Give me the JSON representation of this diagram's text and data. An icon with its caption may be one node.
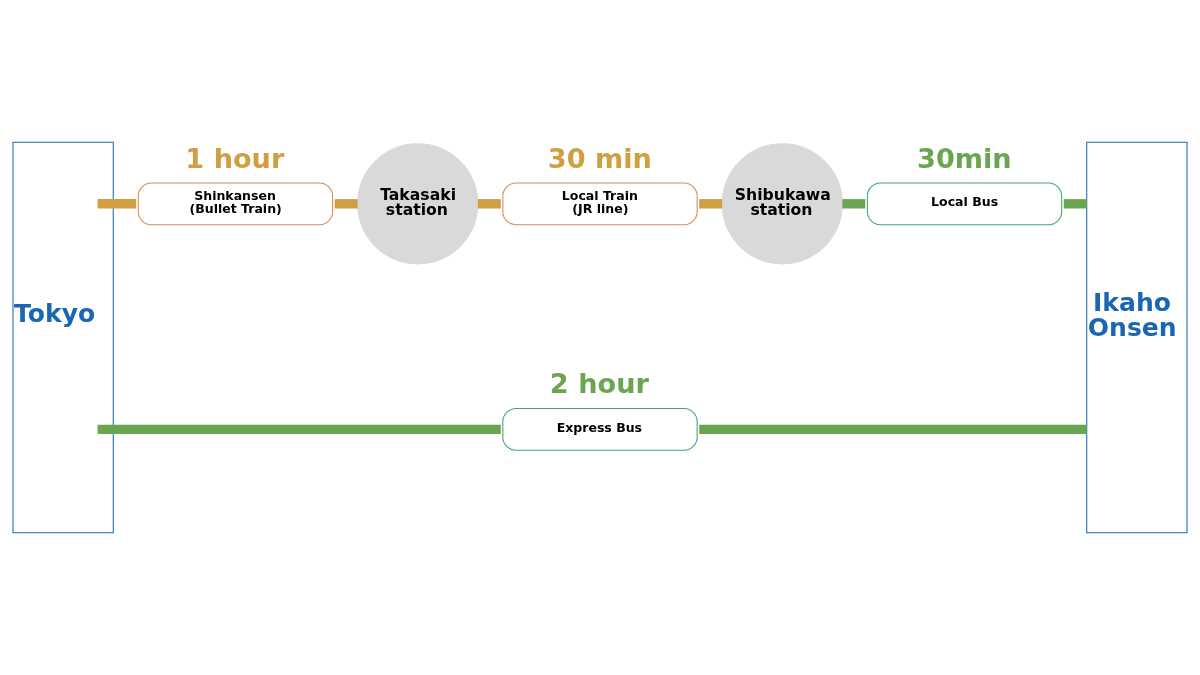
{
  "diagram": {
    "nodes": [
      {
        "text": [
          "Tokyo"
        ]
      },
      {
        "text": [
          "Shinkansen (Bullet Train)"
        ],
        "beside": [
          "1 hour"
        ]
      },
      {
        "text": [
          "Takasaki station"
        ]
      },
      {
        "text": [
          "Local Train (JR line)"
        ],
        "beside": [
          "30 min"
        ]
      },
      {
        "text": [
          "Shibukawa station"
        ]
      },
      {
        "text": [
          "Local Bus"
        ],
        "beside": [
          "30min"
        ]
      },
      {
        "text": [
          "Ikaho Onsen"
        ]
      },
      {
        "text": [
          "Express Bus"
        ],
        "beside": [
          "2 hour"
        ]
      }
    ],
    "edges": [
      {
        "from": 0,
        "to": 1,
        "arrow": "none",
        "color": "#cf9f41"
      },
      {
        "from": 1,
        "to": 2,
        "arrow": "none",
        "color": "#cf9f41"
      },
      {
        "from": 2,
        "to": 3,
        "arrow": "none",
        "color": "#cf9f41"
      },
      {
        "from": 3,
        "to": 4,
        "arrow": "none",
        "color": "#cf9f41"
      },
      {
        "from": 4,
        "to": 5,
        "arrow": "none",
        "color": "#6aa551"
      },
      {
        "from": 5,
        "to": 6,
        "arrow": "none",
        "color": "#6aa551"
      },
      {
        "from": 0,
        "to": 7,
        "arrow": "none",
        "color": "#6aa551"
      },
      {
        "from": 7,
        "to": 6,
        "arrow": "none",
        "color": "#6aa551"
      }
    ]
  }
}
